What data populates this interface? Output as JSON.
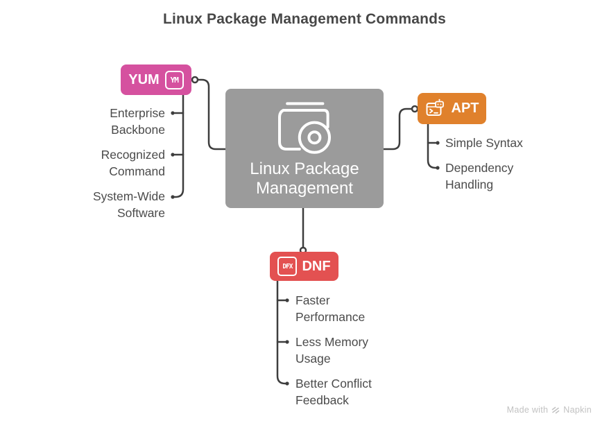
{
  "title": "Linux Package Management Commands",
  "center": {
    "icon": "book-disc-icon",
    "label_line1": "Linux Package",
    "label_line2": "Management",
    "color": "#9b9b9b"
  },
  "branches": [
    {
      "label": "YUM",
      "badge": "YM",
      "color": "#d5519f",
      "items": [
        "Enterprise Backbone",
        "Recognized Command",
        "System-Wide Software"
      ]
    },
    {
      "label": "APT",
      "color": "#e0812c",
      "items": [
        "Simple Syntax",
        "Dependency Handling"
      ]
    },
    {
      "label": "DNF",
      "badge": "DFX",
      "color": "#e35151",
      "items": [
        "Faster Performance",
        "Less Memory Usage",
        "Better Conflict Feedback"
      ]
    }
  ],
  "watermark": {
    "prefix": "Made with",
    "brand": "Napkin"
  },
  "colors": {
    "text": "#4b4b4b",
    "connector": "#3d3d3d",
    "title": "#474747",
    "watermark": "#c2c2c2",
    "background": "#ffffff"
  }
}
